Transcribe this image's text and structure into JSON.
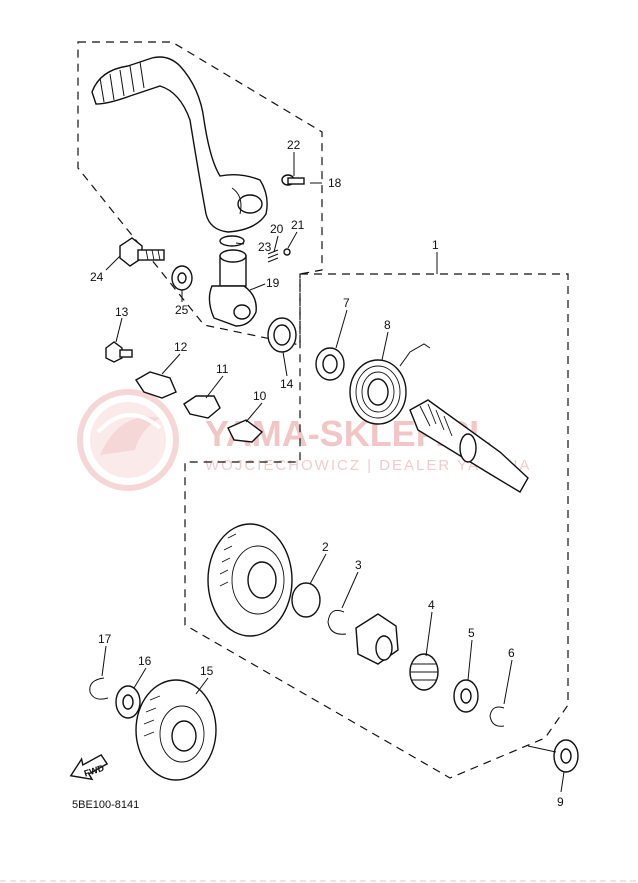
{
  "watermark": {
    "main": "YAMA-SKLEP.PL",
    "sub": "WOJCIECHOWICZ | DEALER YAMAHA"
  },
  "diagram_code": "5BE100-8141",
  "fwd_label": "FWD",
  "part_numbers": {
    "p1": "1",
    "p2": "2",
    "p3": "3",
    "p4": "4",
    "p5": "5",
    "p6": "6",
    "p7": "7",
    "p8": "8",
    "p9": "9",
    "p10": "10",
    "p11": "11",
    "p12": "12",
    "p13": "13",
    "p14": "14",
    "p15": "15",
    "p16": "16",
    "p17": "17",
    "p18": "18",
    "p19": "19",
    "p20": "20",
    "p21": "21",
    "p22": "22",
    "p23": "23",
    "p24": "24",
    "p25": "25"
  }
}
